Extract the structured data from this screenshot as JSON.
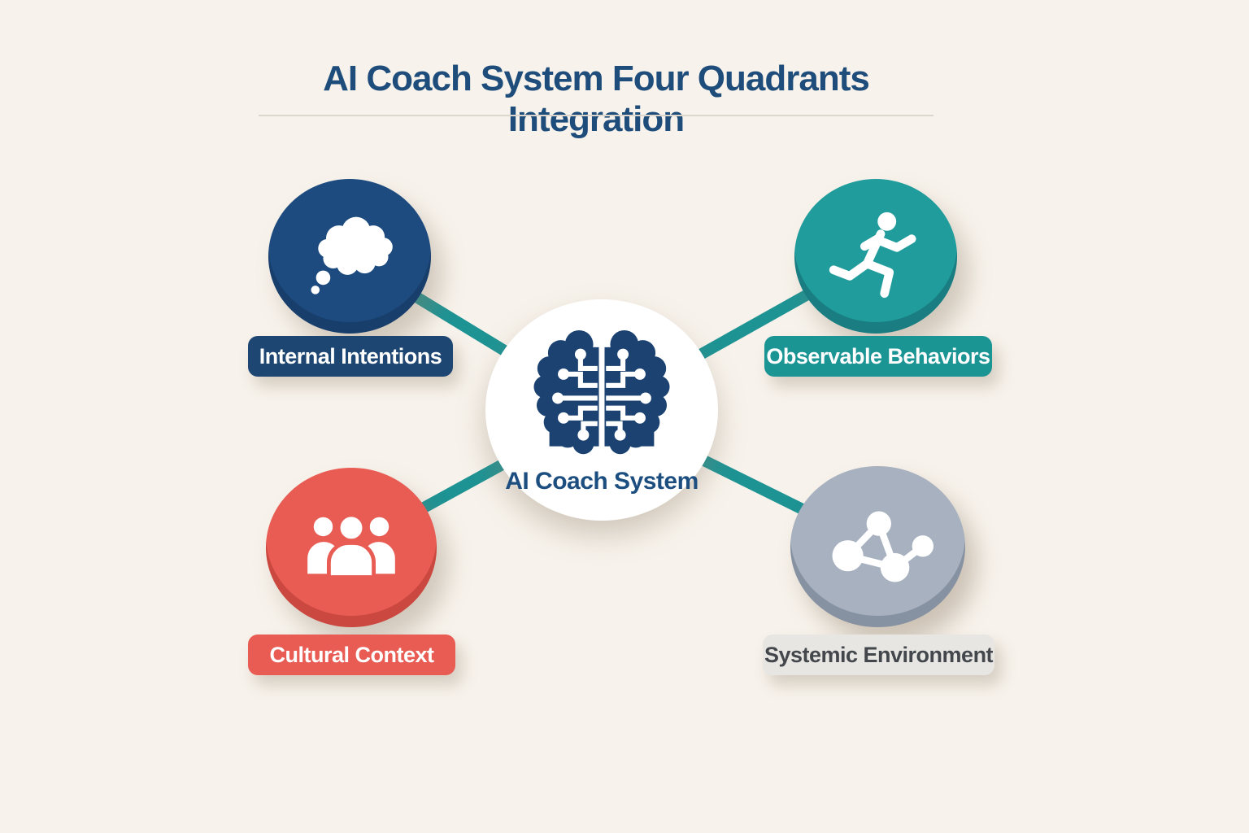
{
  "title": "AI Coach System Four Quadrants Integration",
  "center": {
    "label": "AI Coach System",
    "icon": "circuit-brain-icon",
    "circle_color": "#ffffff",
    "text_color": "#1c4e80"
  },
  "quadrants": [
    {
      "position": "top-left",
      "label": "Internal Intentions",
      "icon": "thought-bubble-icon",
      "circle_color": "#1d4b7f",
      "label_bg": "#1e4673",
      "label_text_color": "#ffffff"
    },
    {
      "position": "top-right",
      "label": "Observable Behaviors",
      "icon": "running-person-icon",
      "circle_color": "#1f9c9b",
      "label_bg": "#1b9494",
      "label_text_color": "#ffffff"
    },
    {
      "position": "bottom-left",
      "label": "Cultural Context",
      "icon": "people-group-icon",
      "circle_color": "#e85c53",
      "label_bg": "#e85c53",
      "label_text_color": "#ffffff"
    },
    {
      "position": "bottom-right",
      "label": "Systemic Environment",
      "icon": "network-nodes-icon",
      "circle_color": "#a7b1bf",
      "label_bg": "#e7e6e3",
      "label_text_color": "#43474c"
    }
  ],
  "style": {
    "background_color": "#f7f2eb",
    "title_color": "#1e4d7b",
    "connector_color": "#1e9394",
    "divider_color": "#dcd6cc"
  }
}
